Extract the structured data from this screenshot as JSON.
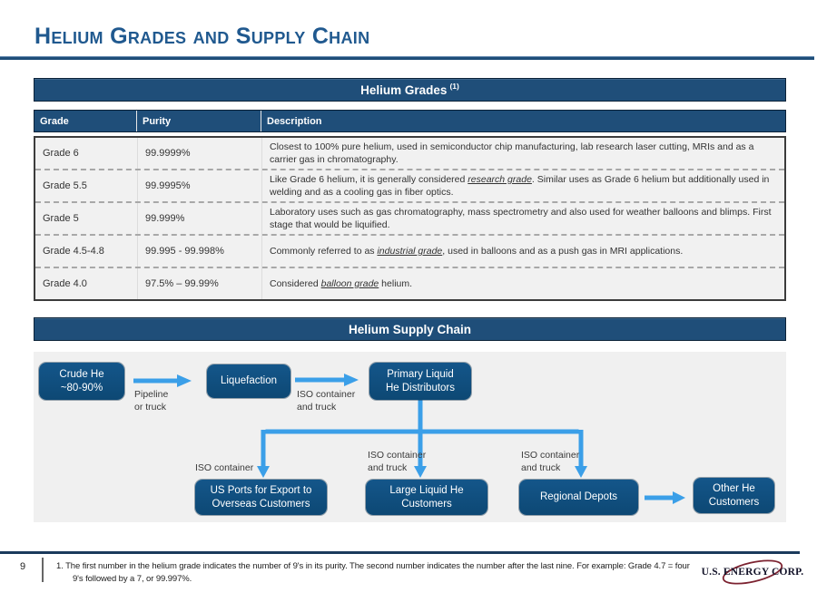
{
  "slide": {
    "title": "Helium Grades and Supply Chain",
    "page_number": "9"
  },
  "grades_table": {
    "title": "Helium Grades",
    "title_superscript": "(1)",
    "columns": [
      "Grade",
      "Purity",
      "Description"
    ],
    "rows": [
      {
        "grade": "Grade 6",
        "purity": "99.9999%",
        "desc_pre": "Closest to 100% pure helium, used in semiconductor chip manufacturing, lab research laser cutting, MRIs and as a carrier gas in chromatography.",
        "desc_em": "",
        "desc_post": ""
      },
      {
        "grade": "Grade 5.5",
        "purity": "99.9995%",
        "desc_pre": "Like Grade 6 helium, it is generally considered ",
        "desc_em": "research grade",
        "desc_post": ". Similar uses as Grade 6 helium but additionally used in welding and as a cooling gas in fiber optics."
      },
      {
        "grade": "Grade 5",
        "purity": "99.999%",
        "desc_pre": "Laboratory uses such as gas chromatography, mass spectrometry and also used for weather balloons and blimps. First stage that would be liquified.",
        "desc_em": "",
        "desc_post": ""
      },
      {
        "grade": "Grade 4.5-4.8",
        "purity": "99.995 - 99.998%",
        "desc_pre": "Commonly referred to as ",
        "desc_em": "industrial grade",
        "desc_post": ", used in balloons and as a push gas in MRI applications."
      },
      {
        "grade": "Grade 4.0",
        "purity": "97.5% – 99.99%",
        "desc_pre": "Considered ",
        "desc_em": "balloon grade",
        "desc_post": " helium."
      }
    ]
  },
  "supply_chain": {
    "title": "Helium Supply Chain",
    "nodes": {
      "crude": [
        "Crude He",
        "~80-90%"
      ],
      "liquefaction": [
        "Liquefaction"
      ],
      "primary": [
        "Primary Liquid",
        "He Distributors"
      ],
      "us_ports": [
        "US Ports for Export to",
        "Overseas Customers"
      ],
      "large_customers": [
        "Large Liquid He",
        "Customers"
      ],
      "regional_depots": [
        "Regional Depots"
      ],
      "other_customers": [
        "Other He",
        "Customers"
      ]
    },
    "edge_labels": {
      "pipeline": [
        "Pipeline",
        "or truck"
      ],
      "iso_truck_a": [
        "ISO container",
        "and truck"
      ],
      "iso_container": [
        "ISO container"
      ],
      "iso_truck_b": [
        "ISO container",
        "and truck"
      ],
      "iso_truck_c": [
        "ISO container",
        "and truck"
      ]
    }
  },
  "footer": {
    "footnote": "1. The first number in the helium grade indicates the number of 9's in its purity. The second number indicates the number after the last nine. For example: Grade 4.7 = four 9's followed by a 7, or 99.997%.",
    "logo_text": "U.S. ENERGY CORP."
  },
  "colors": {
    "navy_bar": "#1F4E79",
    "box_blue": "#0F4E7D",
    "arrow_blue": "#3B9FE8",
    "title_blue": "#20598F",
    "logo_maroon": "#7C2230"
  }
}
